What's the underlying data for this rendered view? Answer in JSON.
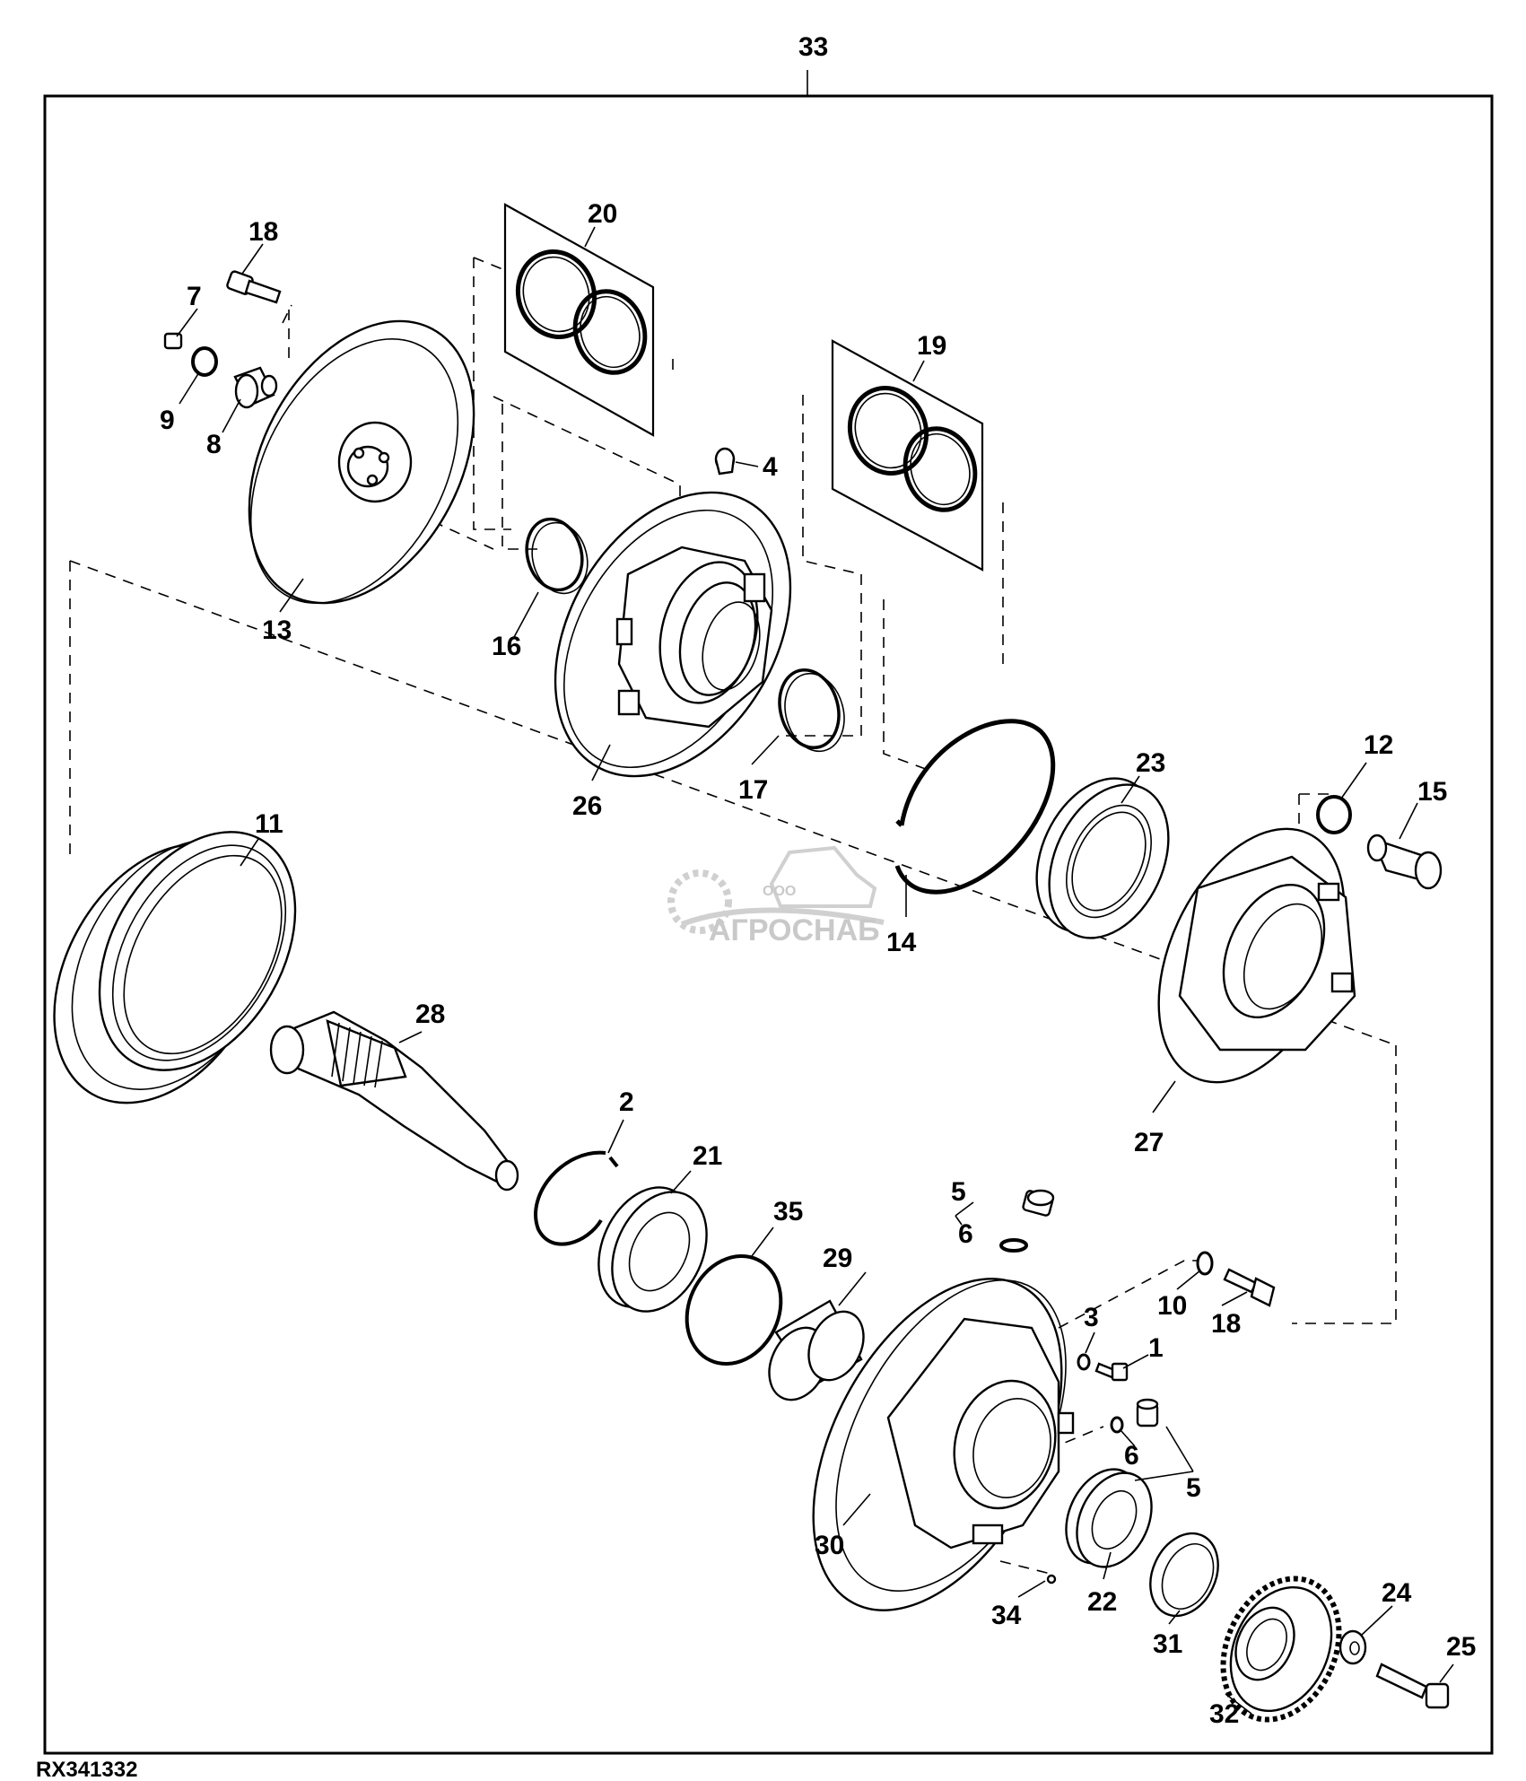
{
  "figure": {
    "reference_code": "RX341332",
    "assembly_callout": "33"
  },
  "watermark": {
    "brand": "АГРОСНАБ",
    "prefix": "ООО"
  },
  "callouts": [
    {
      "id": "c33",
      "label": "33"
    },
    {
      "id": "c20",
      "label": "20"
    },
    {
      "id": "c19",
      "label": "19"
    },
    {
      "id": "c18a",
      "label": "18"
    },
    {
      "id": "c7",
      "label": "7"
    },
    {
      "id": "c9",
      "label": "9"
    },
    {
      "id": "c8",
      "label": "8"
    },
    {
      "id": "c4",
      "label": "4"
    },
    {
      "id": "c13",
      "label": "13"
    },
    {
      "id": "c16",
      "label": "16"
    },
    {
      "id": "c26",
      "label": "26"
    },
    {
      "id": "c17",
      "label": "17"
    },
    {
      "id": "c12",
      "label": "12"
    },
    {
      "id": "c15",
      "label": "15"
    },
    {
      "id": "c23",
      "label": "23"
    },
    {
      "id": "c14",
      "label": "14"
    },
    {
      "id": "c11",
      "label": "11"
    },
    {
      "id": "c28",
      "label": "28"
    },
    {
      "id": "c27",
      "label": "27"
    },
    {
      "id": "c2",
      "label": "2"
    },
    {
      "id": "c21",
      "label": "21"
    },
    {
      "id": "c35",
      "label": "35"
    },
    {
      "id": "c5a",
      "label": "5"
    },
    {
      "id": "c6a",
      "label": "6"
    },
    {
      "id": "c29",
      "label": "29"
    },
    {
      "id": "c10",
      "label": "10"
    },
    {
      "id": "c18b",
      "label": "18"
    },
    {
      "id": "c3",
      "label": "3"
    },
    {
      "id": "c1",
      "label": "1"
    },
    {
      "id": "c6b",
      "label": "6"
    },
    {
      "id": "c5b",
      "label": "5"
    },
    {
      "id": "c30",
      "label": "30"
    },
    {
      "id": "c22",
      "label": "22"
    },
    {
      "id": "c34",
      "label": "34"
    },
    {
      "id": "c31",
      "label": "31"
    },
    {
      "id": "c24",
      "label": "24"
    },
    {
      "id": "c25",
      "label": "25"
    },
    {
      "id": "c32",
      "label": "32"
    }
  ]
}
